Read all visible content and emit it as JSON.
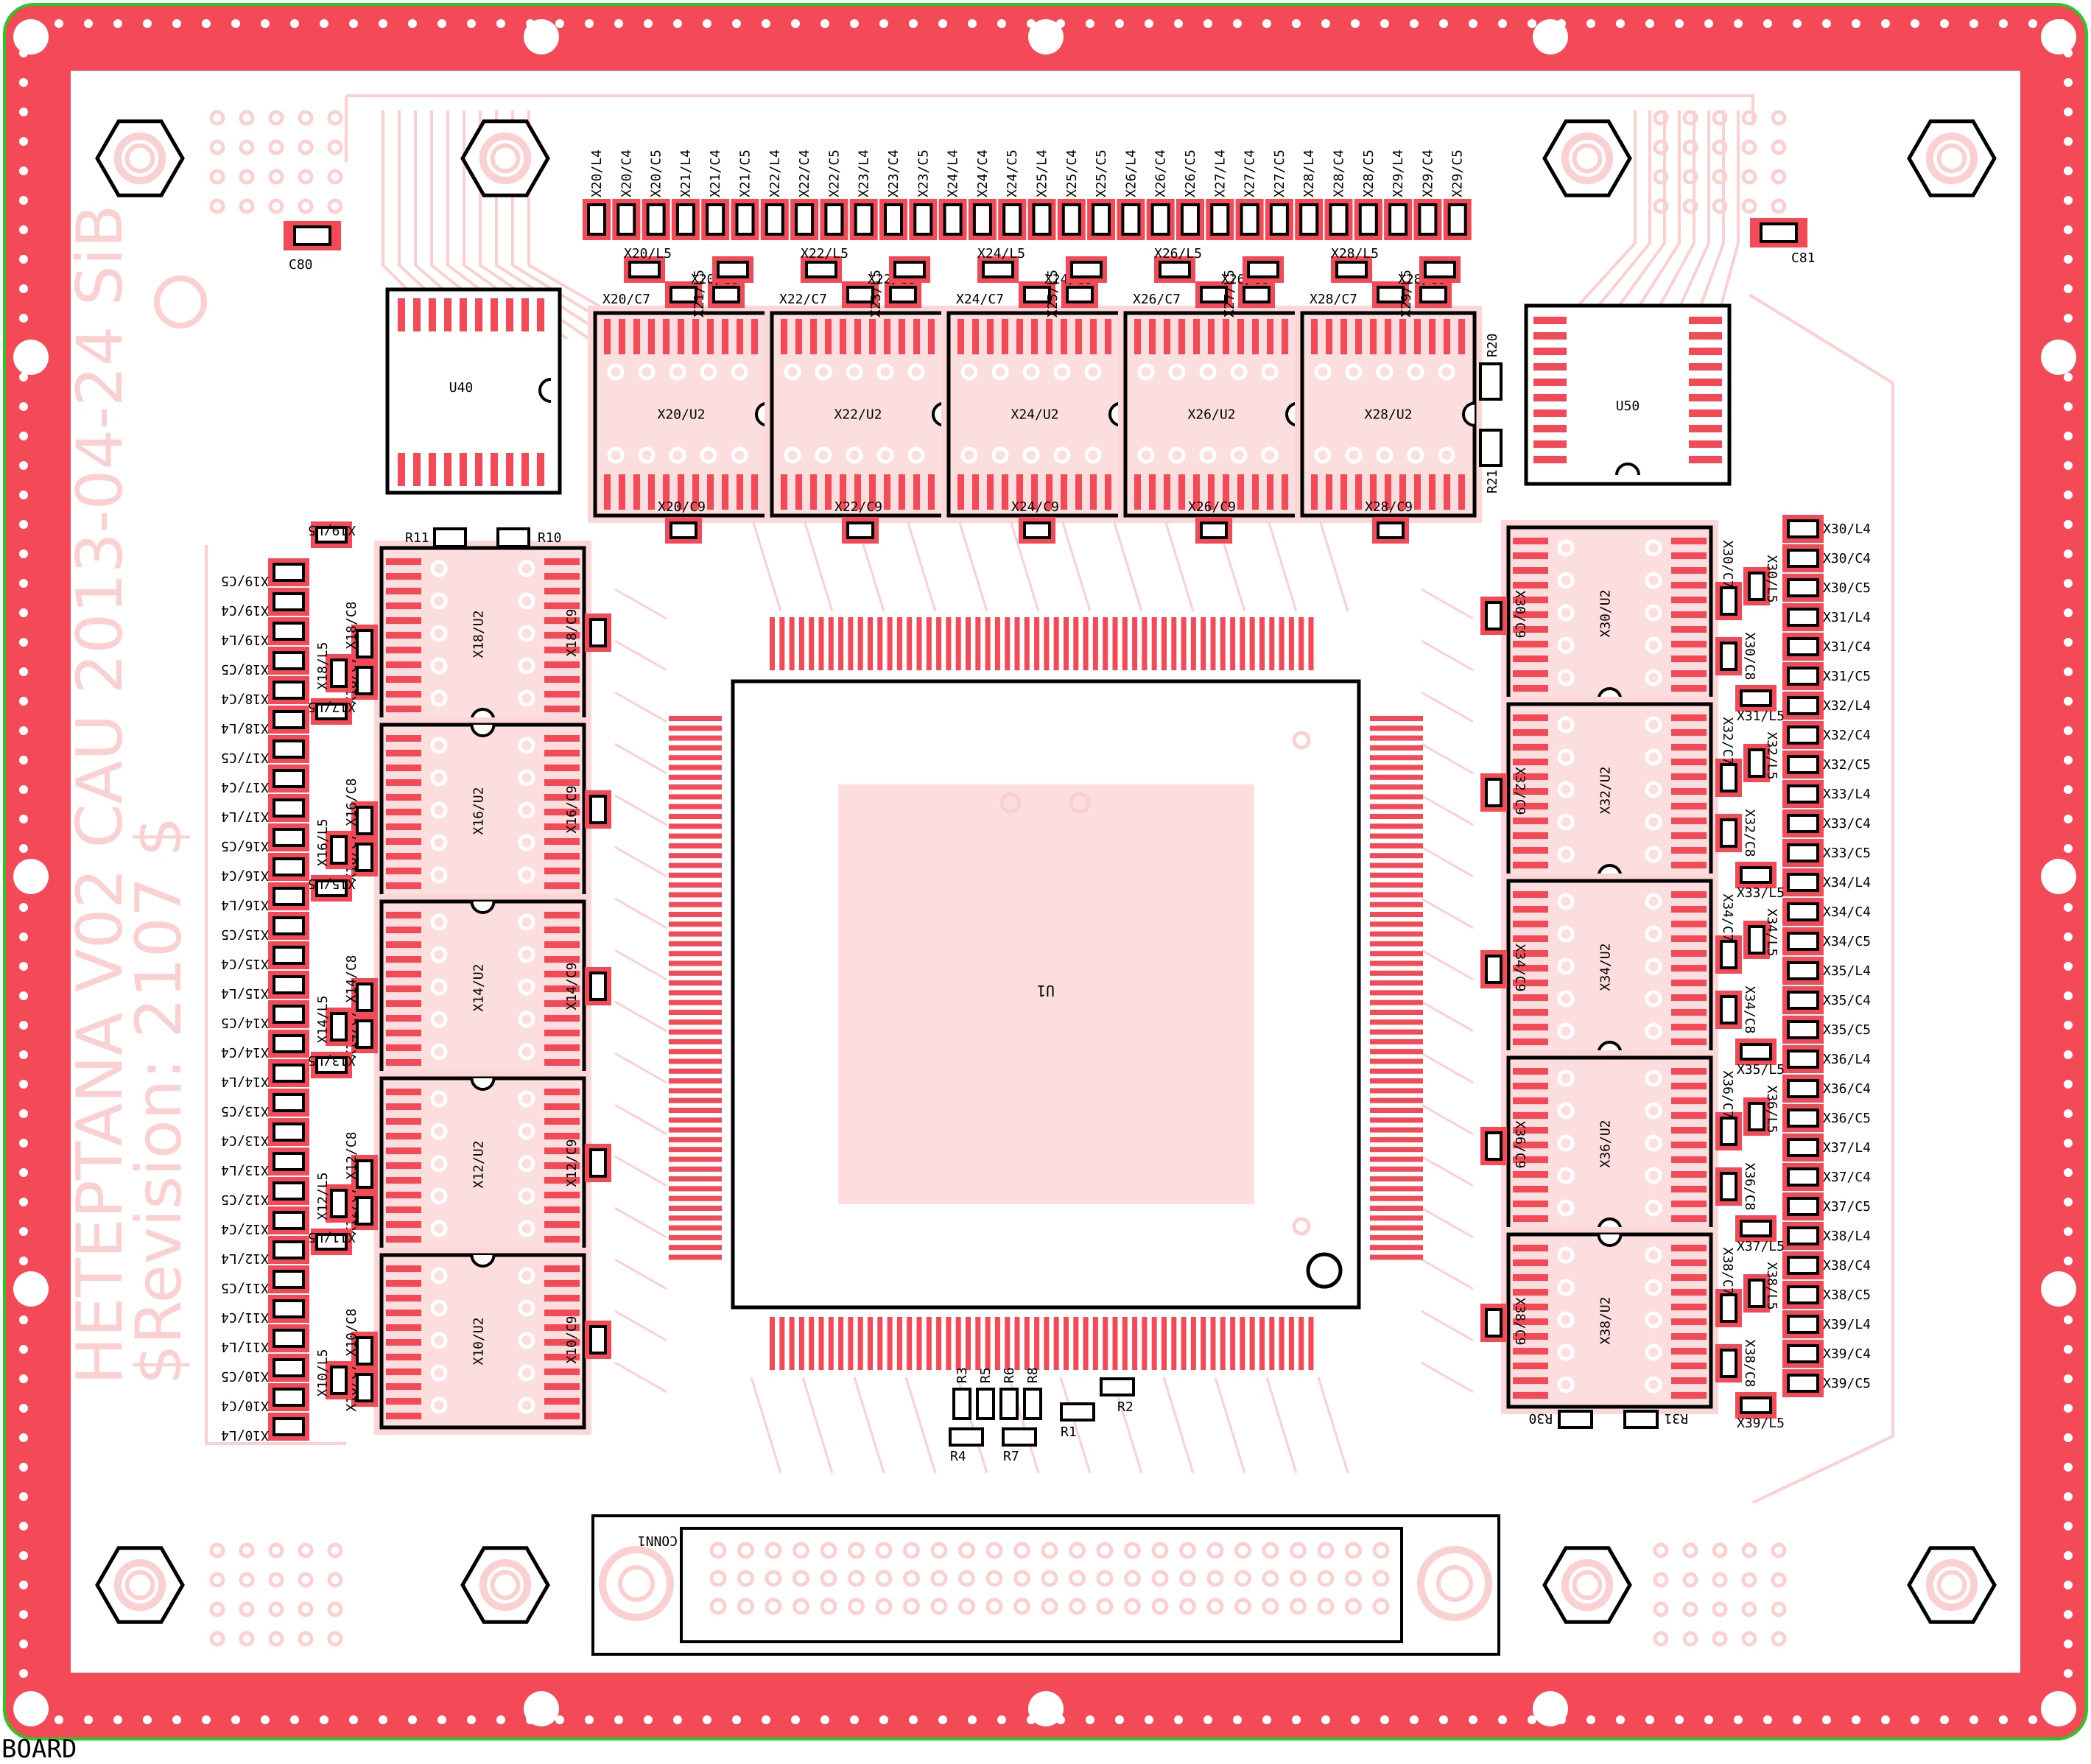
{
  "board_label": "BOARD",
  "silkscreen": {
    "line1": "HETEPTANA V02  CAU 2013-04-24  SiB",
    "line2": "$Revision: 2107 $"
  },
  "main_chip": "U1",
  "connector": "CONN1",
  "colors": {
    "pad": "#f44a58",
    "silk": "#fbd0d0",
    "outline": "#000000",
    "edge": "#22cc22"
  },
  "small_chips": [
    {
      "id": "u40",
      "label": "U40"
    },
    {
      "id": "u50",
      "label": "U50"
    }
  ],
  "top_chips": [
    {
      "label": "X20/U2",
      "c7": "X20/C7",
      "c8": "X20/C8",
      "c9": "X20/C9"
    },
    {
      "label": "X22/U2",
      "c7": "X22/C7",
      "c8": "X22/C8",
      "c9": "X22/C9"
    },
    {
      "label": "X24/U2",
      "c7": "X24/C7",
      "c8": "X24/C8",
      "c9": "X24/C9"
    },
    {
      "label": "X26/U2",
      "c7": "X26/C7",
      "c8": "X26/C8",
      "c9": "X26/C9"
    },
    {
      "label": "X28/U2",
      "c7": "X28/C7",
      "c8": "X28/C8",
      "c9": "X28/C9"
    }
  ],
  "left_chips": [
    {
      "label": "X18/U2",
      "c8": "X18/C8",
      "c7": "X18/C7",
      "c9": "X18/C9",
      "l5": "X18/L5"
    },
    {
      "label": "X16/U2",
      "c8": "X16/C8",
      "c7": "X16/C7",
      "c9": "X16/C9",
      "l5": "X16/L5"
    },
    {
      "label": "X14/U2",
      "c8": "X14/C8",
      "c7": "X14/C7",
      "c9": "X14/C9",
      "l5": "X14/L5"
    },
    {
      "label": "X12/U2",
      "c8": "X12/C8",
      "c7": "X12/C7",
      "c9": "X12/C9",
      "l5": "X12/L5"
    },
    {
      "label": "X10/U2",
      "c8": "X10/C8",
      "c7": "X10/C7",
      "c9": "X10/C9",
      "l5": "X10/L5"
    }
  ],
  "right_chips": [
    {
      "label": "X30/U2",
      "c9": "X30/C9",
      "c7": "X30/C7",
      "c8": "X30/C8",
      "l5": "X30/L5"
    },
    {
      "label": "X32/U2",
      "c9": "X32/C9",
      "c7": "X32/C7",
      "c8": "X32/C8",
      "l5": "X32/L5"
    },
    {
      "label": "X34/U2",
      "c9": "X34/C9",
      "c7": "X34/C7",
      "c8": "X34/C8",
      "l5": "X34/L5"
    },
    {
      "label": "X36/U2",
      "c9": "X36/C9",
      "c7": "X36/C7",
      "c8": "X36/C8",
      "l5": "X36/L5"
    },
    {
      "label": "X38/U2",
      "c9": "X38/C9",
      "c7": "X38/C7",
      "c8": "X38/C8",
      "l5": "X38/L5"
    }
  ],
  "top_parts": [
    "X20/L4",
    "X20/C4",
    "X20/C5",
    "X21/L4",
    "X21/C4",
    "X21/C5",
    "X22/L4",
    "X22/C4",
    "X22/C5",
    "X23/L4",
    "X23/C4",
    "X23/C5",
    "X24/L4",
    "X24/C4",
    "X24/C5",
    "X25/L4",
    "X25/C4",
    "X25/C5",
    "X26/L4",
    "X26/C4",
    "X26/C5",
    "X27/L4",
    "X27/C4",
    "X27/C5",
    "X28/L4",
    "X28/C4",
    "X28/C5",
    "X29/L4",
    "X29/C4",
    "X29/C5"
  ],
  "top_l5": [
    "X20/L5",
    "X21/L5",
    "X22/L5",
    "X23/L5",
    "X24/L5",
    "X25/L5",
    "X26/L5",
    "X27/L5",
    "X28/L5",
    "X29/L5"
  ],
  "left_parts": [
    "X19/C5",
    "X19/C4",
    "X19/L4",
    "X18/C5",
    "X18/C4",
    "X18/L4",
    "X17/C5",
    "X17/C4",
    "X17/L4",
    "X16/C5",
    "X16/C4",
    "X16/L4",
    "X15/C5",
    "X15/C4",
    "X15/L4",
    "X14/C5",
    "X14/C4",
    "X14/L4",
    "X13/C5",
    "X13/C4",
    "X13/L4",
    "X12/C5",
    "X12/C4",
    "X12/L4",
    "X11/C5",
    "X11/C4",
    "X11/L4",
    "X10/C5",
    "X10/C4",
    "X10/L4"
  ],
  "left_l5": [
    "X19/L5",
    "X17/L5",
    "X15/L5",
    "X13/L5",
    "X11/L5"
  ],
  "right_parts": [
    "X30/L4",
    "X30/C4",
    "X30/C5",
    "X31/L4",
    "X31/C4",
    "X31/C5",
    "X32/L4",
    "X32/C4",
    "X32/C5",
    "X33/L4",
    "X33/C4",
    "X33/C5",
    "X34/L4",
    "X34/C4",
    "X34/C5",
    "X35/L4",
    "X35/C4",
    "X35/C5",
    "X36/L4",
    "X36/C4",
    "X36/C5",
    "X37/L4",
    "X37/C4",
    "X37/C5",
    "X38/L4",
    "X38/C4",
    "X38/C5",
    "X39/L4",
    "X39/C4",
    "X39/C5"
  ],
  "right_l5": [
    "X31/L5",
    "X33/L5",
    "X35/L5",
    "X37/L5",
    "X39/L5"
  ],
  "misc_parts": {
    "c80": "C80",
    "c81": "C81",
    "r20": "R20",
    "r21": "R21",
    "r11": "R11",
    "r10": "R10",
    "r3": "R3",
    "r5": "R5",
    "r6": "R6",
    "r8": "R8",
    "r4": "R4",
    "r7": "R7",
    "r1": "R1",
    "r2": "R2",
    "r30": "R30",
    "r31": "R31"
  }
}
